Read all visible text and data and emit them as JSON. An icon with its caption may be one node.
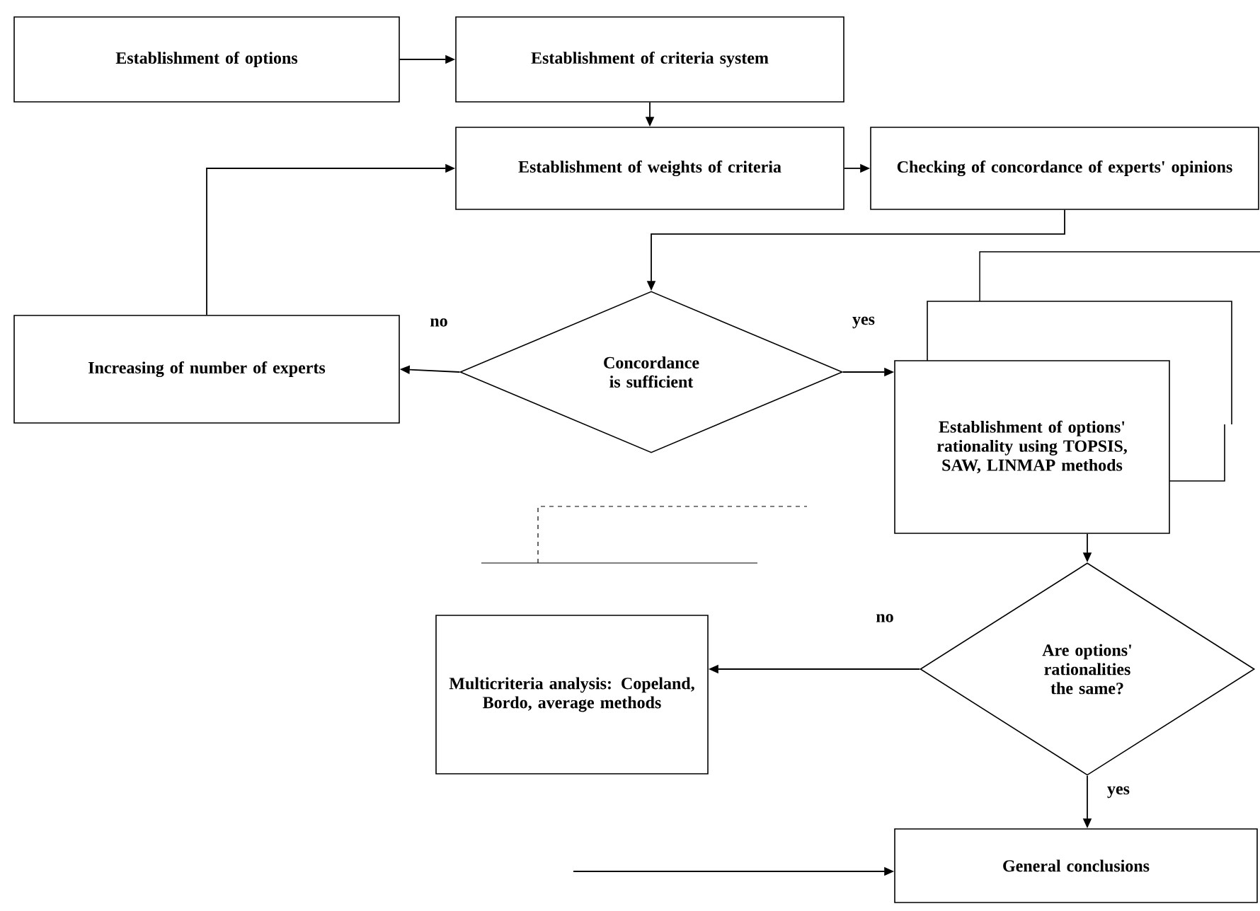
{
  "diagram": {
    "nodes": [
      {
        "text": [
          "Establishment of options"
        ]
      },
      {
        "text": [
          "Establishment of criteria system"
        ]
      },
      {
        "text": [
          "Establishment of weights of criteria"
        ]
      },
      {
        "text": [
          "Checking of concordance of experts' opinions"
        ]
      },
      {
        "text": [
          "Increasing of number of experts"
        ]
      },
      {
        "text": [
          "Concordance is sufficient"
        ]
      },
      {
        "text": [
          "Establishment of options' rationality using TOPSIS, SAW, LINMAP methods"
        ]
      },
      {
        "text": [
          "Are options' rationalities the same?"
        ]
      },
      {
        "text": [
          "Multicriteria analysis: Copeland, Bordo, average methods"
        ]
      },
      {
        "text": [
          "General conclusions"
        ]
      }
    ],
    "edges": [
      {
        "from": 0,
        "to": 1,
        "arrow": "to"
      },
      {
        "from": 1,
        "to": 2,
        "arrow": "to"
      },
      {
        "from": 2,
        "to": 3,
        "arrow": "to"
      },
      {
        "from": 3,
        "to": 5,
        "arrow": "to"
      },
      {
        "from": 5,
        "to": 4,
        "arrow": "to",
        "label": "no"
      },
      {
        "from": 4,
        "to": 2,
        "arrow": "to"
      },
      {
        "from": 5,
        "to": 6,
        "arrow": "to",
        "label": "yes"
      },
      {
        "from": 6,
        "to": 7,
        "arrow": "to"
      },
      {
        "from": 7,
        "to": 8,
        "arrow": "to",
        "label": "no"
      },
      {
        "from": 7,
        "to": 9,
        "arrow": "to",
        "label": "yes"
      },
      {
        "from": null,
        "to": 9,
        "arrow": "to"
      }
    ]
  }
}
